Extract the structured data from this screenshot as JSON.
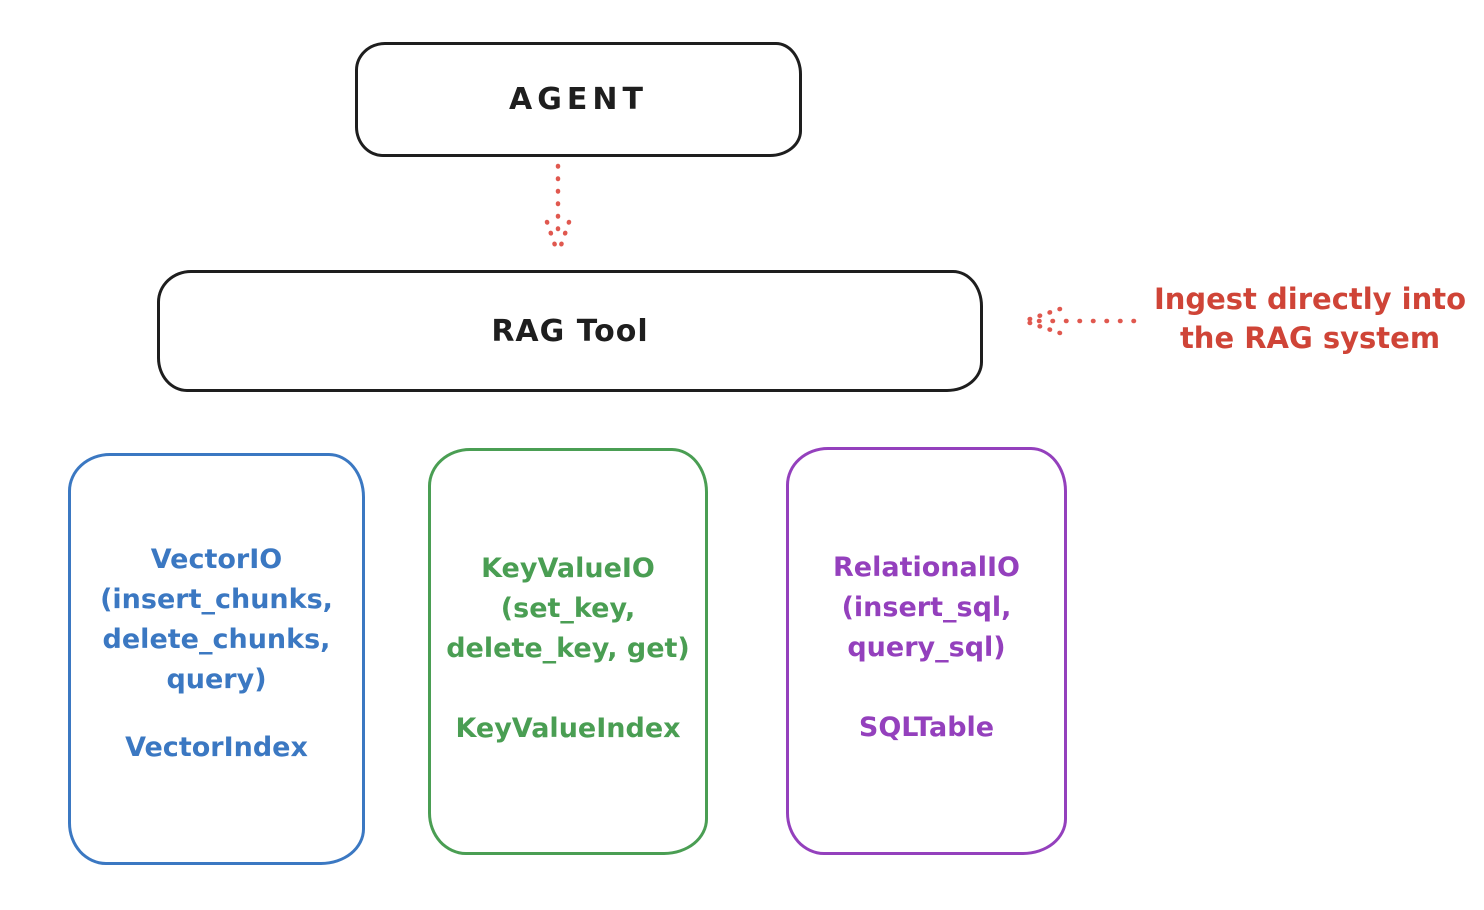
{
  "colors": {
    "ink": "#1e1e1e",
    "red": "#cf4437",
    "red-light": "#e0584f",
    "blue": "#3b78c2",
    "green": "#4a9e53",
    "purple": "#9440bd",
    "bg": "#ffffff"
  },
  "nodes": {
    "agent": {
      "label": "AGENT"
    },
    "rag_tool": {
      "label": "RAG Tool"
    },
    "vector_io": {
      "title_lines": [
        "VectorIO",
        "(insert_chunks,",
        "delete_chunks,",
        "query)"
      ],
      "index_label": "VectorIndex"
    },
    "key_value_io": {
      "title_lines": [
        "KeyValueIO",
        "(set_key,",
        "delete_key, get)"
      ],
      "index_label": "KeyValueIndex"
    },
    "relational_io": {
      "title_lines": [
        "RelationalIO",
        "(insert_sql,",
        "query_sql)"
      ],
      "index_label": "SQLTable"
    }
  },
  "annotation": {
    "line1": "Ingest directly into",
    "line2": "the RAG system"
  }
}
